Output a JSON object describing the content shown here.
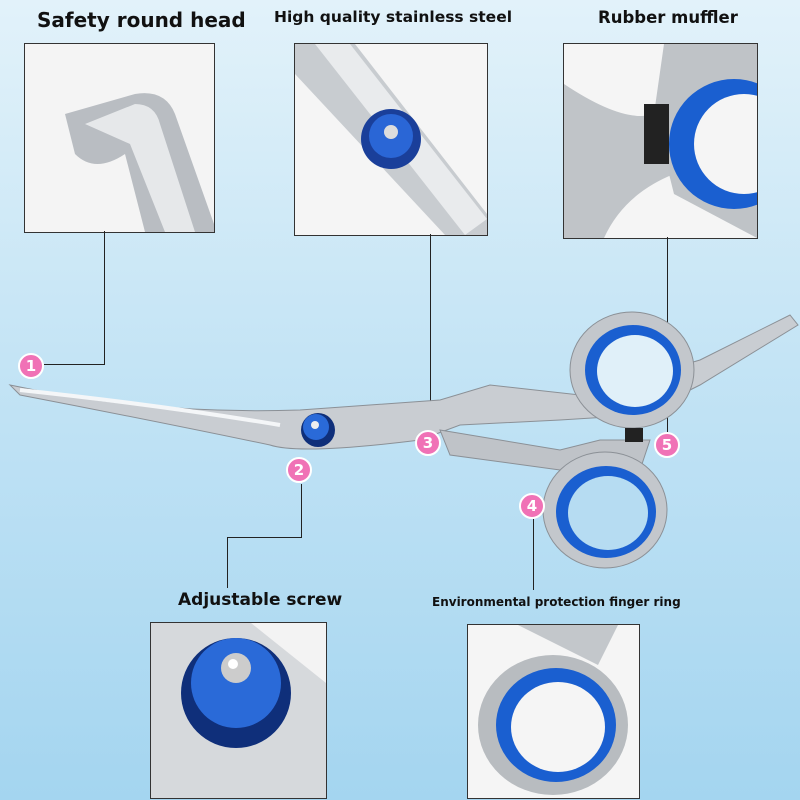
{
  "features": [
    {
      "number": "1",
      "label": "Safety round head"
    },
    {
      "number": "2",
      "label": "Adjustable screw"
    },
    {
      "number": "3",
      "label": "High quality stainless steel"
    },
    {
      "number": "4",
      "label": "Environmental protection finger ring"
    },
    {
      "number": "5",
      "label": "Rubber muffler"
    }
  ],
  "colors": {
    "accent_blue": "#1a5fd0",
    "badge_pink": "#f072b6",
    "steel": "#c9cdd2"
  }
}
